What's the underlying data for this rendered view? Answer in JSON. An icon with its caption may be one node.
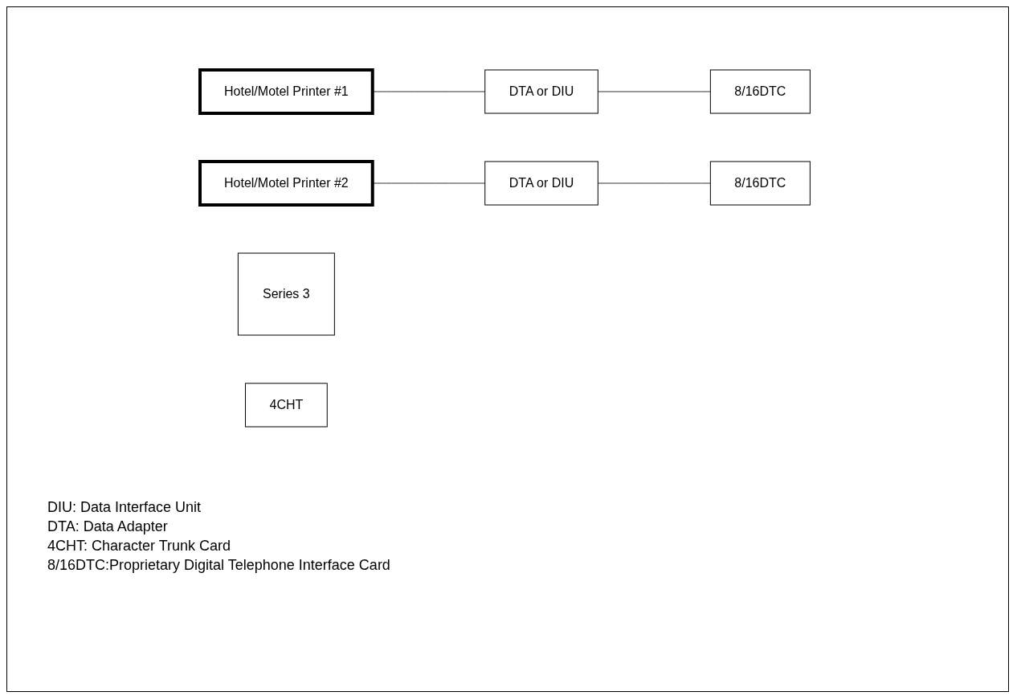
{
  "diagram": {
    "nodes": [
      {
        "text": [
          "Hotel/Motel Printer #1"
        ]
      },
      {
        "text": [
          "DTA or DIU"
        ]
      },
      {
        "text": [
          "8/16DTC"
        ]
      },
      {
        "text": [
          "Hotel/Motel Printer #2"
        ]
      },
      {
        "text": [
          "DTA or DIU"
        ]
      },
      {
        "text": [
          "8/16DTC"
        ]
      },
      {
        "text": [
          "Series 3"
        ]
      },
      {
        "text": [
          "4CHT"
        ]
      }
    ],
    "edges": [
      {
        "from": 0,
        "to": 1,
        "arrow": "none"
      },
      {
        "from": 1,
        "to": 2,
        "arrow": "none"
      },
      {
        "from": 3,
        "to": 4,
        "arrow": "none"
      },
      {
        "from": 4,
        "to": 5,
        "arrow": "none"
      }
    ],
    "labels": [
      "DIU: Data Interface Unit",
      "DTA: Data Adapter",
      "4CHT: Character Trunk Card",
      "8/16DTC:Proprietary Digital Telephone Interface Card"
    ]
  }
}
